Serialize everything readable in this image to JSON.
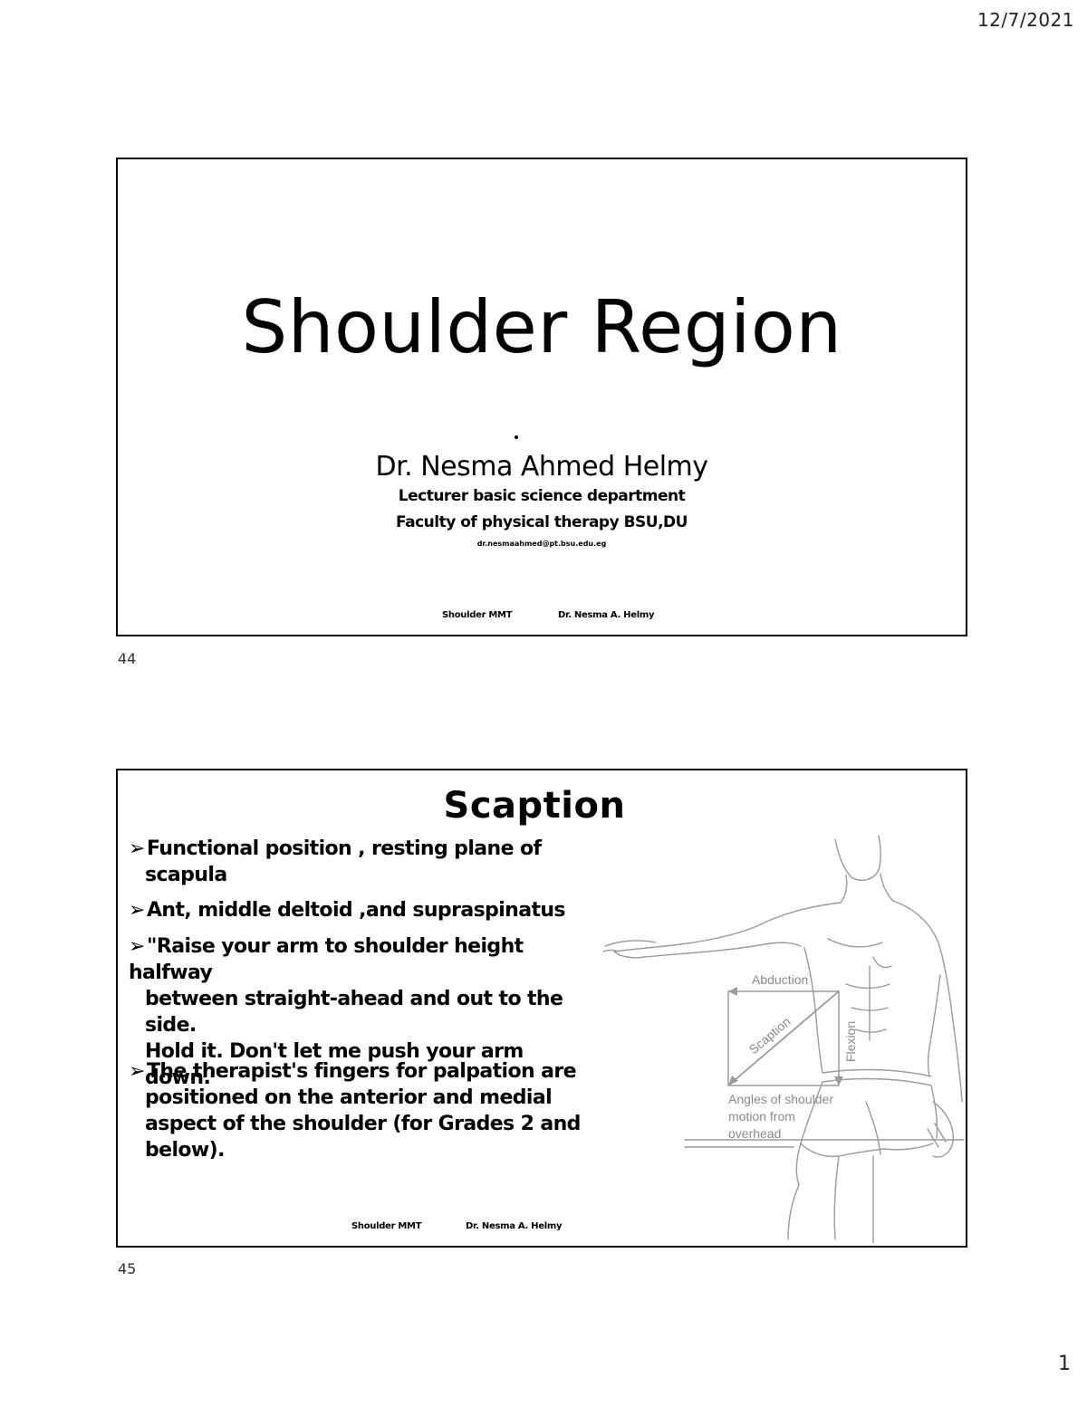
{
  "print_date": "12/7/2021",
  "page_number": "1",
  "slides": [
    {
      "number": "44",
      "title": "Shoulder Region",
      "author": "Dr. Nesma Ahmed Helmy",
      "role": "Lecturer basic science department",
      "faculty": "Faculty of physical therapy BSU,DU",
      "email": "dr.nesmaahmed@pt.bsu.edu.eg",
      "footer_left": "Shoulder MMT",
      "footer_right": "Dr. Nesma A. Helmy"
    },
    {
      "number": "45",
      "title": "Scaption",
      "bullets": [
        {
          "arrow": "➢",
          "lines": [
            "Functional position , resting plane  of",
            "scapula"
          ]
        },
        {
          "arrow": "➢",
          "lines": [
            "Ant, middle deltoid ,and supraspinatus"
          ]
        },
        {
          "arrow": "➢",
          "lines": [
            "\"Raise your arm to shoulder  height halfway",
            "between straight-ahead and out to the side.",
            "Hold it. Don't let me push your arm  down.\""
          ]
        },
        {
          "arrow": "➢",
          "lines": [
            "The therapist's fingers for palpation are",
            "positioned on the anterior and medial",
            "aspect of the shoulder (for Grades 2 and",
            "below)."
          ]
        }
      ],
      "figure": {
        "label_abduction": "Abduction",
        "label_flexion": "Flexion",
        "label_scaption": "Scaption",
        "caption": [
          "Angles of shoulder",
          "motion from",
          "overhead"
        ]
      },
      "footer_left": "Shoulder MMT",
      "footer_right": "Dr. Nesma A. Helmy"
    }
  ]
}
